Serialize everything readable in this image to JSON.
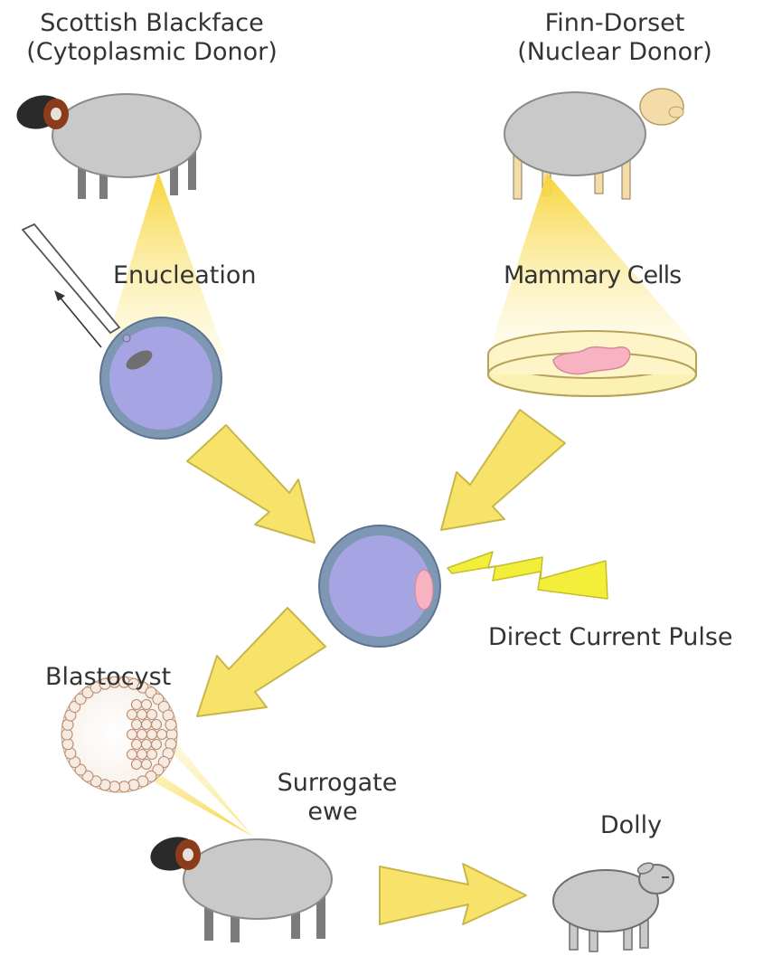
{
  "labels": {
    "blackface_name": "Scottish Blackface",
    "blackface_role": "(Cytoplasmic Donor)",
    "finn_name": "Finn-Dorset",
    "finn_role": "(Nuclear Donor)",
    "enucleation": "Enucleation",
    "mammary": "Mammary Cells",
    "pulse": "Direct Current Pulse",
    "blastocyst": "Blastocyst",
    "surrogate_1": "Surrogate",
    "surrogate_2": "ewe",
    "dolly": "Dolly"
  },
  "colors": {
    "beam": "#f7d43a",
    "arrow_fill": "#f8e36a",
    "arrow_stroke": "#c9b64a",
    "cell_fill": "#a7a4e3",
    "cell_ring": "#7d97b4",
    "wool": "#c9c9c9",
    "legs": "#7b7b7b",
    "blackface_head": "#2a2a2a",
    "horn": "#8b3d1b",
    "finn_head": "#f3dca8",
    "dish": "#fbf1b2",
    "tissue": "#f7b3c2",
    "bolt": "#f2ee3a"
  }
}
